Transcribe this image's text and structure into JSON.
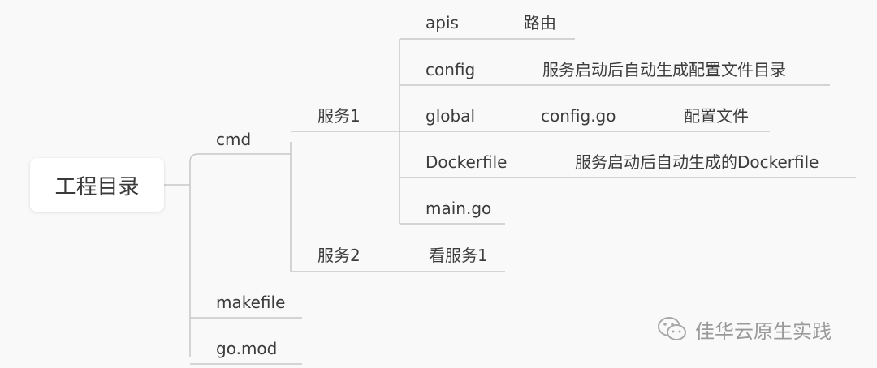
{
  "root": {
    "label": "工程目录"
  },
  "level1": {
    "cmd": "cmd",
    "makefile": "makefile",
    "gomod": "go.mod"
  },
  "level2": {
    "service1": "服务1",
    "service2": "服务2"
  },
  "service1_children": {
    "apis": {
      "name": "apis",
      "note": "路由"
    },
    "config": {
      "name": "config",
      "note": "服务启动后自动生成配置文件目录"
    },
    "global": {
      "name": "global",
      "file": "config.go",
      "note": "配置文件"
    },
    "dockerfile": {
      "name": "Dockerfile",
      "note": "服务启动后自动生成的Dockerfile"
    },
    "main": {
      "name": "main.go"
    }
  },
  "service2_children": {
    "see": "看服务1"
  },
  "watermark": {
    "text": "佳华云原生实践",
    "icon": "wechat-icon"
  },
  "colors": {
    "line": "#c8c8c8",
    "text": "#3c3c3c",
    "background": "#f9f9f9"
  }
}
